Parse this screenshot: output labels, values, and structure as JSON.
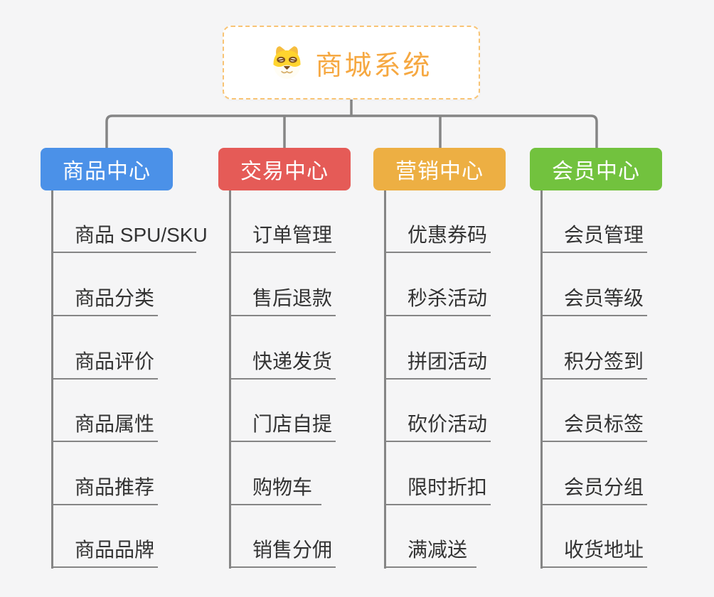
{
  "root": {
    "title": "商城系统",
    "icon": "dog-face-icon"
  },
  "branches": [
    {
      "label": "商品中心",
      "color": "#4B91E8",
      "children": [
        "商品 SPU/SKU",
        "商品分类",
        "商品评价",
        "商品属性",
        "商品推荐",
        "商品品牌"
      ]
    },
    {
      "label": "交易中心",
      "color": "#E55B57",
      "children": [
        "订单管理",
        "售后退款",
        "快递发货",
        "门店自提",
        "购物车",
        "销售分佣"
      ]
    },
    {
      "label": "营销中心",
      "color": "#EDAF43",
      "children": [
        "优惠券码",
        "秒杀活动",
        "拼团活动",
        "砍价活动",
        "限时折扣",
        "满减送"
      ]
    },
    {
      "label": "会员中心",
      "color": "#72C23E",
      "children": [
        "会员管理",
        "会员等级",
        "积分签到",
        "会员标签",
        "会员分组",
        "收货地址"
      ]
    }
  ],
  "colors": {
    "background": "#F5F5F6",
    "line": "#858585",
    "leaf_text": "#333333",
    "root_title": "#F6A841",
    "root_border": "#F8C475",
    "branch_text": "#FFFFFF"
  }
}
